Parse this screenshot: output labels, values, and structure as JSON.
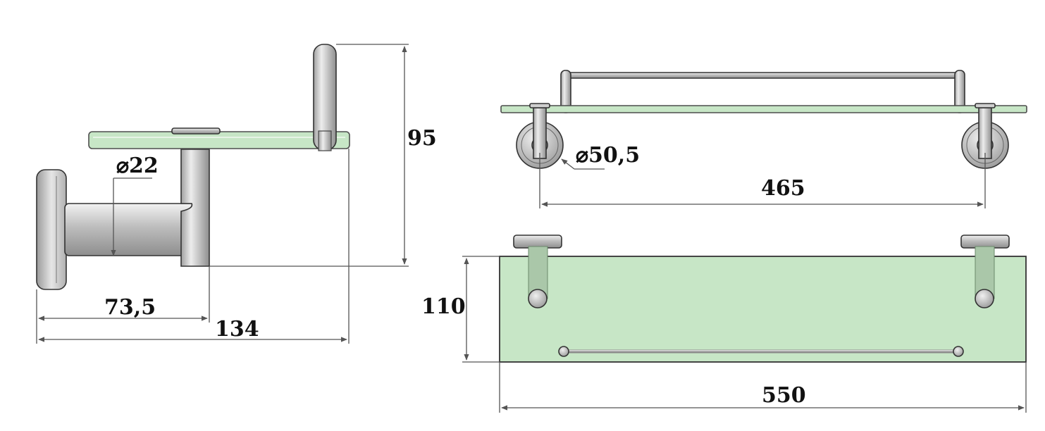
{
  "colors": {
    "glass": "#c7e6c6",
    "glass_edge": "#9fcf9f",
    "metal_light": "#e4e4e4",
    "metal_mid": "#b4b4b4",
    "metal_dark": "#8a8a8a",
    "outline": "#333333",
    "dimension": "#555555"
  },
  "side_view": {
    "diameter_label": "⌀22",
    "height_label": "95",
    "depth_short_label": "73,5",
    "depth_total_label": "134"
  },
  "front_view": {
    "flange_diameter_label": "⌀50,5",
    "bracket_spacing_label": "465"
  },
  "top_view": {
    "depth_label": "110",
    "length_label": "550"
  }
}
